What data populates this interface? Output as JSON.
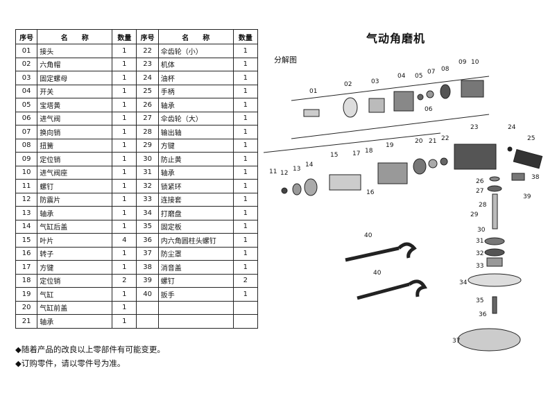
{
  "header": {
    "no": "序号",
    "name": "名　　称",
    "qty": "数量"
  },
  "parts_left": [
    {
      "no": "01",
      "name": "接头",
      "qty": "1"
    },
    {
      "no": "02",
      "name": "六角帽",
      "qty": "1"
    },
    {
      "no": "03",
      "name": "固定螺母",
      "qty": "1"
    },
    {
      "no": "04",
      "name": "开关",
      "qty": "1"
    },
    {
      "no": "05",
      "name": "宝塔黄",
      "qty": "1"
    },
    {
      "no": "06",
      "name": "进气阀",
      "qty": "1"
    },
    {
      "no": "07",
      "name": "换向销",
      "qty": "1"
    },
    {
      "no": "08",
      "name": "扭簧",
      "qty": "1"
    },
    {
      "no": "09",
      "name": "定位销",
      "qty": "1"
    },
    {
      "no": "10",
      "name": "进气阀座",
      "qty": "1"
    },
    {
      "no": "11",
      "name": "螺钉",
      "qty": "1"
    },
    {
      "no": "12",
      "name": "防震片",
      "qty": "1"
    },
    {
      "no": "13",
      "name": "轴承",
      "qty": "1"
    },
    {
      "no": "14",
      "name": "气缸后盖",
      "qty": "1"
    },
    {
      "no": "15",
      "name": "叶片",
      "qty": "4"
    },
    {
      "no": "16",
      "name": "转子",
      "qty": "1"
    },
    {
      "no": "17",
      "name": "方键",
      "qty": "1"
    },
    {
      "no": "18",
      "name": "定位销",
      "qty": "2"
    },
    {
      "no": "19",
      "name": "气缸",
      "qty": "1"
    },
    {
      "no": "20",
      "name": "气缸前盖",
      "qty": "1"
    },
    {
      "no": "21",
      "name": "轴承",
      "qty": "1"
    }
  ],
  "parts_right": [
    {
      "no": "22",
      "name": "伞齿轮（小）",
      "qty": "1"
    },
    {
      "no": "23",
      "name": "机体",
      "qty": "1"
    },
    {
      "no": "24",
      "name": "油杯",
      "qty": "1"
    },
    {
      "no": "25",
      "name": "手柄",
      "qty": "1"
    },
    {
      "no": "26",
      "name": "轴承",
      "qty": "1"
    },
    {
      "no": "27",
      "name": "伞齿轮（大）",
      "qty": "1"
    },
    {
      "no": "28",
      "name": "输出轴",
      "qty": "1"
    },
    {
      "no": "29",
      "name": "方键",
      "qty": "1"
    },
    {
      "no": "30",
      "name": "防止黄",
      "qty": "1"
    },
    {
      "no": "31",
      "name": "轴承",
      "qty": "1"
    },
    {
      "no": "32",
      "name": "锁紧环",
      "qty": "1"
    },
    {
      "no": "33",
      "name": "连接套",
      "qty": "1"
    },
    {
      "no": "34",
      "name": "打磨盘",
      "qty": "1"
    },
    {
      "no": "35",
      "name": "固定板",
      "qty": "1"
    },
    {
      "no": "36",
      "name": "内六角圆柱头螺钉",
      "qty": "1"
    },
    {
      "no": "37",
      "name": "防尘罩",
      "qty": "1"
    },
    {
      "no": "38",
      "name": "消音盖",
      "qty": "1"
    },
    {
      "no": "39",
      "name": "螺钉",
      "qty": "2"
    },
    {
      "no": "40",
      "name": "扳手",
      "qty": "1"
    }
  ],
  "notes": [
    "◆随着产品的改良以上零部件有可能变更。",
    "◆订购零件，请以零件号为准。"
  ],
  "title": "气动角磨机",
  "subtitle": "分解图",
  "diagram_labels": {
    "l01": "01",
    "l02": "02",
    "l03": "03",
    "l04": "04",
    "l05": "05",
    "l06": "06",
    "l07": "07",
    "l08": "08",
    "l09": "09",
    "l10": "10",
    "l11": "11",
    "l12": "12",
    "l13": "13",
    "l14": "14",
    "l15": "15",
    "l16": "16",
    "l17": "17",
    "l18": "18",
    "l19": "19",
    "l20": "20",
    "l21": "21",
    "l22": "22",
    "l23": "23",
    "l24": "24",
    "l25": "25",
    "l26": "26",
    "l27": "27",
    "l28": "28",
    "l29": "29",
    "l30": "30",
    "l31": "31",
    "l32": "32",
    "l33": "33",
    "l34": "34",
    "l35": "35",
    "l36": "36",
    "l37": "37",
    "l38": "38",
    "l39": "39",
    "l40a": "40",
    "l40b": "40"
  }
}
